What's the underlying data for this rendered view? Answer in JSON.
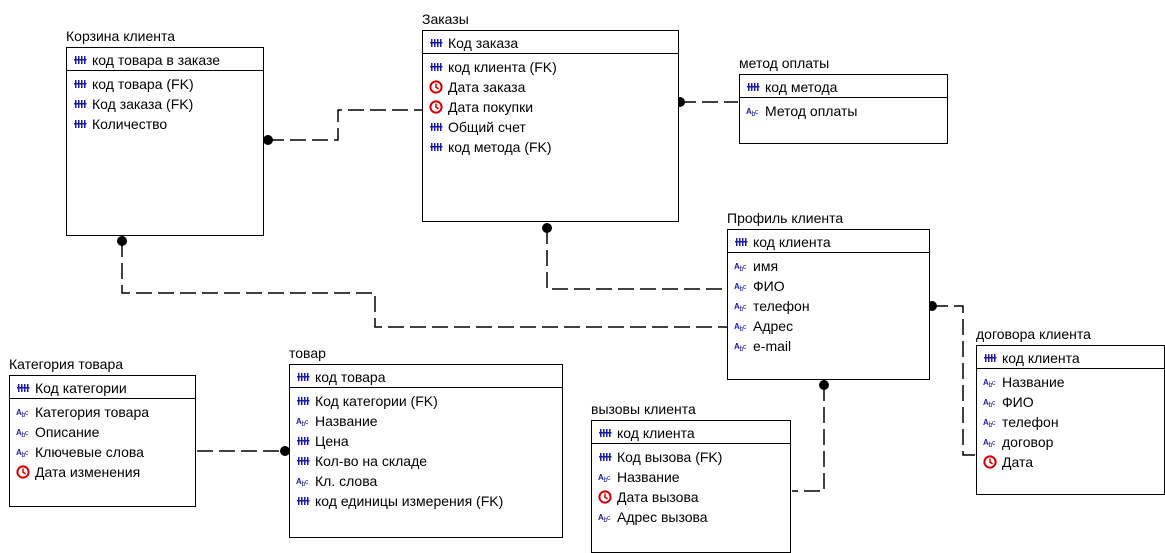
{
  "entities": {
    "cart": {
      "title": "Корзина клиента",
      "pk": [
        {
          "icon": "key-icon",
          "label": "код товара в заказе"
        }
      ],
      "attrs": [
        {
          "icon": "key-icon",
          "label": "код товара (FK)"
        },
        {
          "icon": "key-icon",
          "label": "Код заказа (FK)"
        },
        {
          "icon": "key-icon",
          "label": "Количество"
        }
      ]
    },
    "orders": {
      "title": "Заказы",
      "pk": [
        {
          "icon": "key-icon",
          "label": "Код заказа"
        }
      ],
      "attrs": [
        {
          "icon": "key-icon",
          "label": "код клиента (FK)"
        },
        {
          "icon": "clock-icon",
          "label": "Дата заказа"
        },
        {
          "icon": "clock-icon",
          "label": "Дата покупки"
        },
        {
          "icon": "key-icon",
          "label": "Общий счет"
        },
        {
          "icon": "key-icon",
          "label": "код метода (FK)"
        }
      ]
    },
    "payment": {
      "title": "метод оплаты",
      "pk": [
        {
          "icon": "key-icon",
          "label": "код метода"
        }
      ],
      "attrs": [
        {
          "icon": "text-icon",
          "label": "Метод оплаты"
        }
      ]
    },
    "profile": {
      "title": "Профиль клиента",
      "pk": [
        {
          "icon": "key-icon",
          "label": "код клиента"
        }
      ],
      "attrs": [
        {
          "icon": "text-icon",
          "label": "имя"
        },
        {
          "icon": "text-icon",
          "label": "ФИО"
        },
        {
          "icon": "text-icon",
          "label": "телефон"
        },
        {
          "icon": "text-icon",
          "label": "Адрес"
        },
        {
          "icon": "text-icon",
          "label": "e-mail"
        }
      ]
    },
    "contract": {
      "title": "договора клиента",
      "pk": [
        {
          "icon": "key-icon",
          "label": "код клиента"
        }
      ],
      "attrs": [
        {
          "icon": "text-icon",
          "label": "Название"
        },
        {
          "icon": "text-icon",
          "label": "ФИО"
        },
        {
          "icon": "text-icon",
          "label": "телефон"
        },
        {
          "icon": "text-icon",
          "label": "договор"
        },
        {
          "icon": "clock-icon",
          "label": "Дата"
        }
      ]
    },
    "category": {
      "title": "Категория товара",
      "pk": [
        {
          "icon": "key-icon",
          "label": "Код категории"
        }
      ],
      "attrs": [
        {
          "icon": "text-icon",
          "label": "Категория товара"
        },
        {
          "icon": "text-icon",
          "label": "Описание"
        },
        {
          "icon": "text-icon",
          "label": "Ключевые слова"
        },
        {
          "icon": "clock-icon",
          "label": "Дата изменения"
        }
      ]
    },
    "product": {
      "title": "товар",
      "pk": [
        {
          "icon": "key-icon",
          "label": "код товара"
        }
      ],
      "attrs": [
        {
          "icon": "key-icon",
          "label": "Код категории (FK)"
        },
        {
          "icon": "text-icon",
          "label": "Название"
        },
        {
          "icon": "key-icon",
          "label": "Цена"
        },
        {
          "icon": "key-icon",
          "label": "Кол-во на складе"
        },
        {
          "icon": "text-icon",
          "label": "Кл. слова"
        },
        {
          "icon": "key-icon",
          "label": "код единицы измерения (FK)"
        }
      ]
    },
    "calls": {
      "title": "вызовы клиента",
      "pk": [
        {
          "icon": "key-icon",
          "label": "код клиента"
        }
      ],
      "attrs": [
        {
          "icon": "key-icon",
          "label": "Код вызова (FK)"
        },
        {
          "icon": "text-icon",
          "label": "Название"
        },
        {
          "icon": "clock-icon",
          "label": "Дата вызова"
        },
        {
          "icon": "text-icon",
          "label": "Адрес вызова"
        }
      ]
    }
  },
  "colors": {
    "key_icon": "#1a1aa8",
    "clock_icon": "#d40000",
    "text_icon": "#1a1aa8",
    "line": "#000000"
  }
}
